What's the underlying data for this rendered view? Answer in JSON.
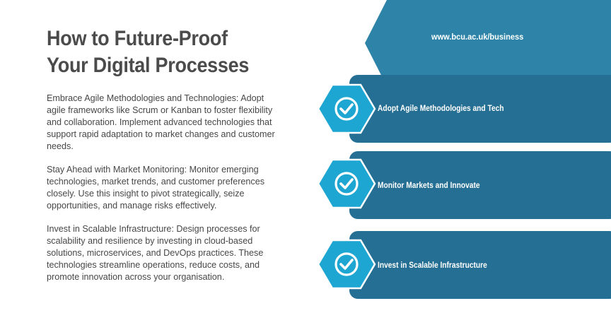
{
  "title": "How to Future-Proof\nYour Digital Processes",
  "paragraphs": [
    "Embrace Agile Methodologies and Technologies: Adopt agile frameworks like Scrum or Kanban to foster flexibility and collaboration. Implement advanced technologies that support rapid adaptation to market changes and customer needs.",
    "Stay Ahead with Market Monitoring: Monitor emerging technologies, market trends, and customer preferences closely. Use this insight to pivot strategically, seize opportunities, and manage risks effectively.",
    "Invest in Scalable Infrastructure: Design processes for scalability and resilience by investing in cloud-based solutions, microservices, and DevOps practices. These technologies streamline operations, reduce costs, and promote innovation across your organisation."
  ],
  "banner": {
    "url": "www.bcu.ac.uk/business"
  },
  "steps": [
    {
      "label": "Adopt Agile Methodologies and Tech",
      "icon": "check-circle-icon"
    },
    {
      "label": "Monitor Markets and Innovate",
      "icon": "check-circle-icon"
    },
    {
      "label": "Invest in Scalable Infrastructure",
      "icon": "check-circle-icon"
    }
  ],
  "colors": {
    "title": "#4b4b4b",
    "body_text": "#474747",
    "banner": "#2e84a8",
    "card": "#256f94",
    "hex_fill": "#1ea6d3",
    "hex_outline": "#ffffff"
  }
}
